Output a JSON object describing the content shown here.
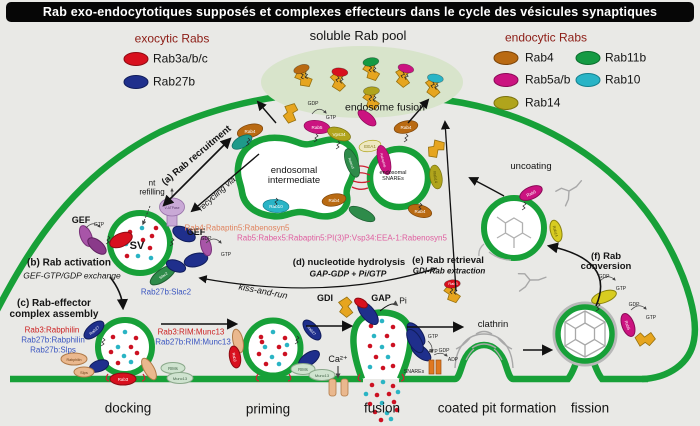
{
  "title": "Rab exo-endocytotiques supposés et complexes effecteurs dans le cycle des vésicules synaptiques",
  "legend_left": {
    "title": "exocytic Rabs",
    "items": [
      {
        "label": "Rab3a/b/c",
        "color": "#d8101e"
      },
      {
        "label": "Rab27b",
        "color": "#1f2f8c"
      }
    ]
  },
  "legend_right": {
    "title": "endocytic Rabs",
    "items": [
      {
        "label": "Rab4",
        "color": "#b96a12"
      },
      {
        "label": "Rab11b",
        "color": "#149a43"
      },
      {
        "label": "Rab5a/b",
        "color": "#cb1380"
      },
      {
        "label": "Rab10",
        "color": "#29b4c6"
      },
      {
        "label": "Rab14",
        "color": "#b0a41c"
      }
    ]
  },
  "pool": {
    "title": "soluble Rab pool"
  },
  "regions": {
    "endosome_fusion": "endosome fusion",
    "endosomal_intermediate": "endosomal\nintermediate",
    "endosomal_snares": "endosomal\nSNAREs",
    "uncoating": "uncoating",
    "clathrin": "clathrin",
    "nt_refilling": "nt\nrefilling",
    "sv": "SV",
    "gef": "GEF",
    "gdi": "GDI",
    "gap": "GAP",
    "pi": "Pi",
    "ca": "Ca²⁺",
    "kiss_and_run": "kiss-and-run",
    "recycling_via": "recycling via"
  },
  "steps": {
    "a": {
      "label": "(a) Rab recruitment"
    },
    "b": {
      "label": "(b) Rab activation",
      "sub": "GEF-GTP/GDP exchange"
    },
    "c": {
      "label": "(c) Rab-effector\ncomplex assembly"
    },
    "d": {
      "label": "(d) nucleotide hydrolysis",
      "sub": "GAP-GDP + Pi/GTP"
    },
    "e": {
      "label": "(e) Rab retrieval",
      "sub": "GDI-Rab extraction"
    },
    "f": {
      "label": "(f) Rab\nconversion"
    }
  },
  "complexes": {
    "rab3_rabphilin": "Rab3:Rabphilin",
    "rab27b_rabphilin": "Rab27b:Rabphilin",
    "rab27b_slps": "Rab27b:Slps",
    "rab27b_slac2": "Rab27b:Slac2",
    "rab3_rim_munc13": "Rab3:RIM:Munc13",
    "rab27b_rim_munc13": "Rab27b:RIM:Munc13",
    "rab4_line": "Rab4:Rabaptin5:Rabenosyn5",
    "rab5_line": "Rab5:Rabex5:Rabaptin5:PI(3)P:Vsp34:EEA-1:Rabenosyn5"
  },
  "stages": [
    "docking",
    "priming",
    "fusion",
    "coated pit formation",
    "fission"
  ],
  "nucleotides": {
    "gdp": "GDP",
    "gtp": "GTP",
    "atp": "ATP",
    "adp": "ADP"
  },
  "tiny": {
    "rab3": "Rab3",
    "rab27": "Rab27",
    "rab4": "Rab4",
    "rab5": "Rab5",
    "rab10": "Rab10",
    "rab14": "Rab14",
    "vps34": "Vps34",
    "eea1": "EEA1",
    "rabex5": "Rabex5",
    "rabaptin5": "Rabaptin5",
    "rims": "RIMs",
    "munc13": "Munc13",
    "slps": "Slps",
    "rabphilin": "Rabphilin",
    "slac2": "Slac2",
    "snares": "SNAREs",
    "vatpase": "V-ATPase"
  }
}
